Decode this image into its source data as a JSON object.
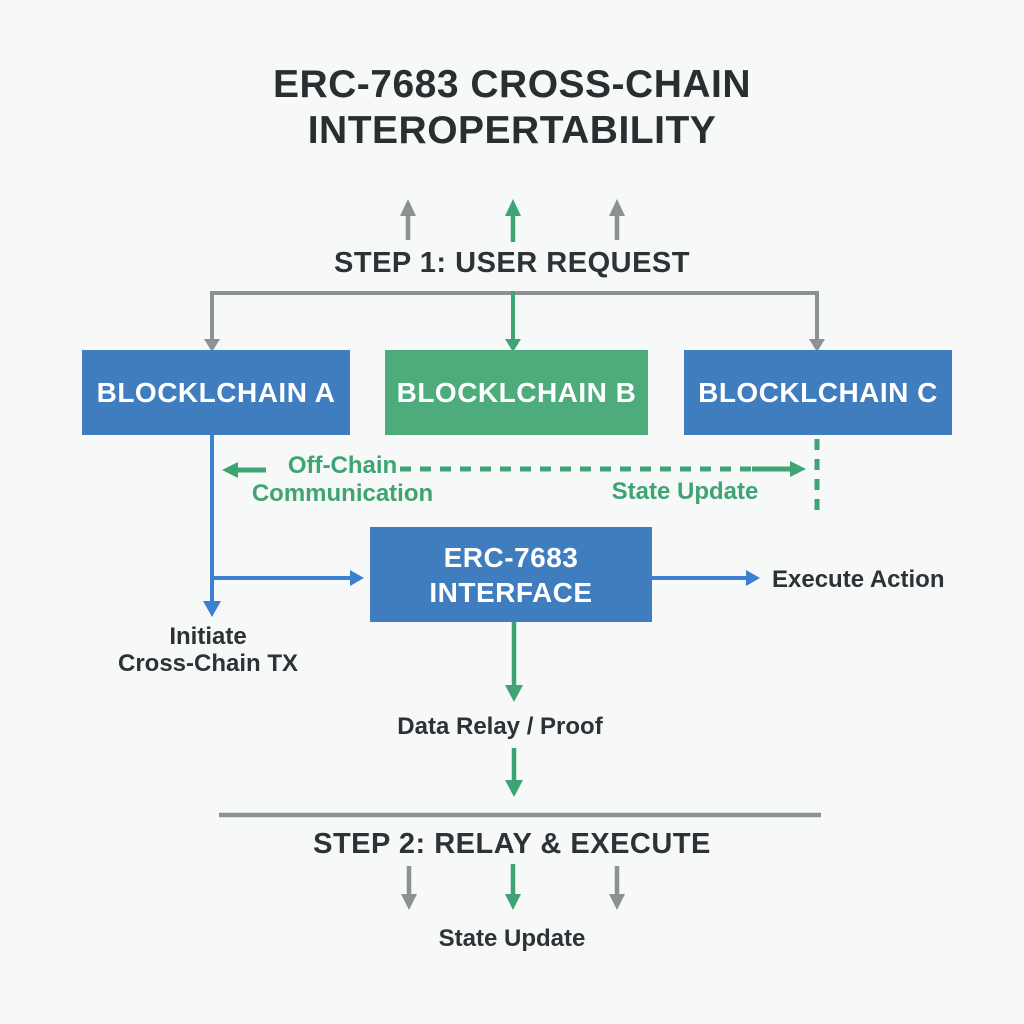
{
  "title": {
    "line1": "ERC-7683 CROSS-CHAIN",
    "line2": "INTEROPERTABILITY"
  },
  "steps": {
    "step1_label": "STEP 1: USER REQUEST",
    "step2_label": "STEP 2: RELAY & EXECUTE"
  },
  "nodes": {
    "blockchain_a": "BLOCKLCHAIN A",
    "blockchain_b": "BLOCKLCHAIN B",
    "blockchain_c": "BLOCKLCHAIN C",
    "interface": {
      "line1": "ERC-7683",
      "line2": "INTERFACE"
    }
  },
  "edge_labels": {
    "off_chain": {
      "line1": "Off-Chain",
      "line2": "Communication"
    },
    "state_update_mid": "State Update",
    "execute_action": "Execute Action",
    "initiate": {
      "line1": "Initiate",
      "line2": "Cross-Chain TX"
    },
    "data_relay": "Data Relay / Proof",
    "state_update_bottom": "State Update"
  },
  "colors": {
    "background": "#f7f8f8",
    "blue_box": "#3f7dbe",
    "green_box": "#4dab7c",
    "green": "#3fa474",
    "blue_arrow": "#3b80d1",
    "gray": "#8d9194",
    "text_dark": "#2e3236",
    "text_title": "#2b2e31"
  }
}
